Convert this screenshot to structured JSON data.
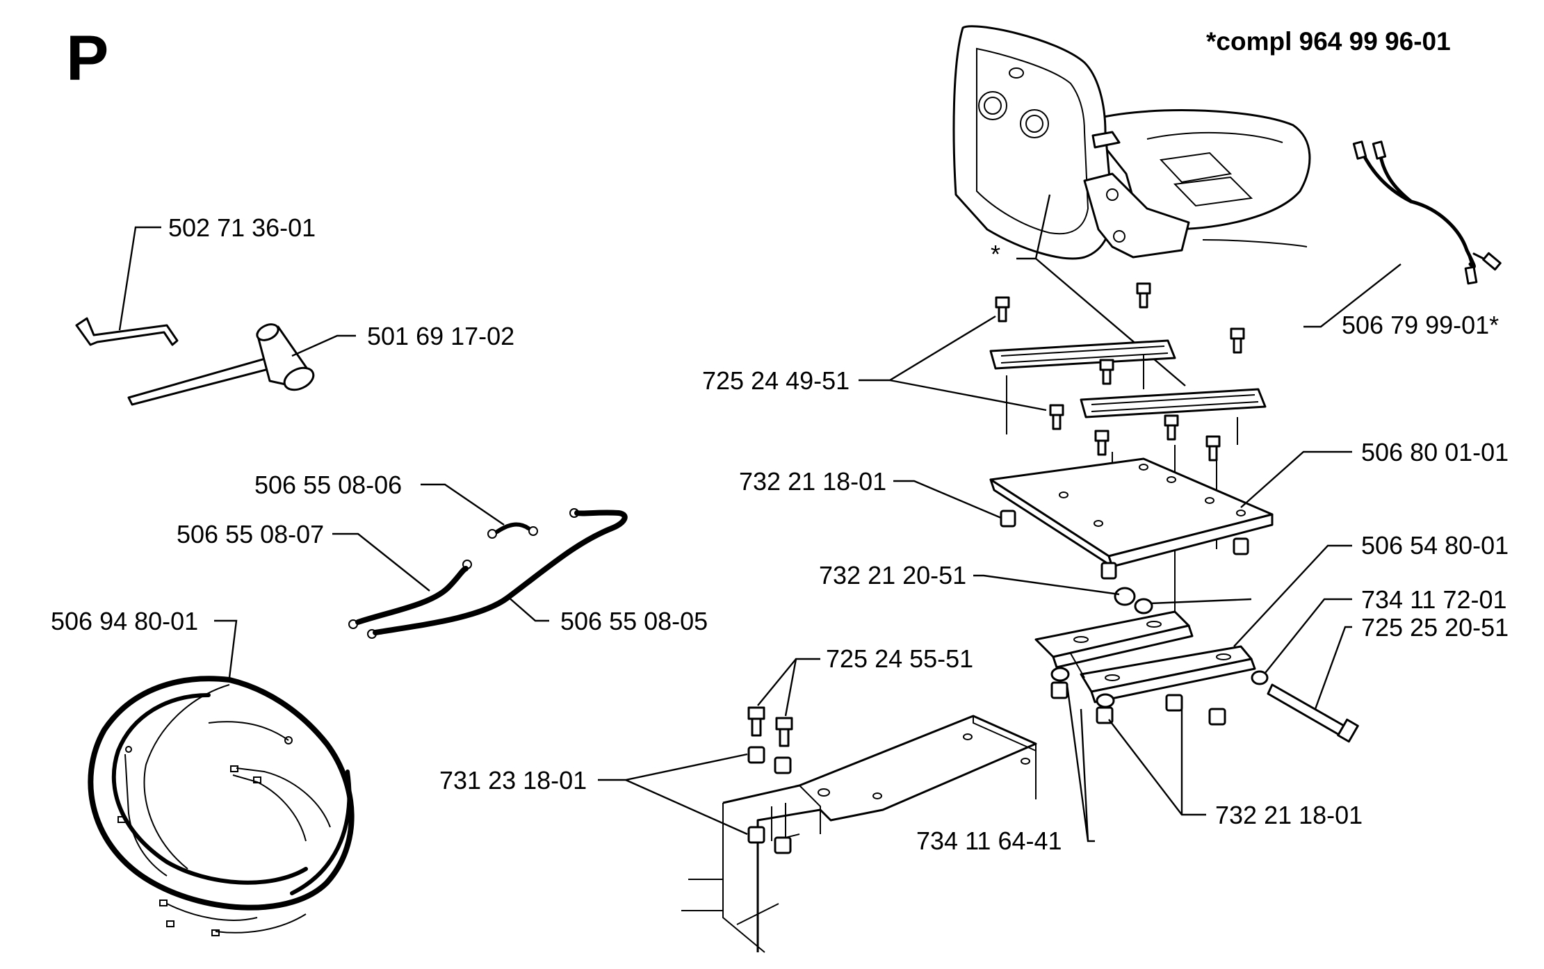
{
  "section_letter": "P",
  "assembly_note": "*compl 964 99 96-01",
  "asterisk_mark": "*",
  "part_numbers": {
    "hex_key": "502 71 36-01",
    "spark_plug_wrench": "501 69 17-02",
    "cable_short": "506 55 08-06",
    "cable_medium": "506 55 08-07",
    "cable_long": "506 55 08-05",
    "wiring_harness": "506 94 80-01",
    "seat_switch_cable": "506 79 99-01*",
    "slide_rail_bolt": "725 24 49-51",
    "seat_plate_nut": "732 21 18-01",
    "seat_plate": "506 80 01-01",
    "locking_nut": "732 21 20-51",
    "bracket": "506 54 80-01",
    "spacer": "734 11 72-01",
    "long_bolt": "725 25 20-51",
    "frame_bolt": "725 24 55-51",
    "frame_nut": "731 23 18-01",
    "bracket_nuts": "732 21 18-01",
    "washer": "734 11 64-41"
  }
}
